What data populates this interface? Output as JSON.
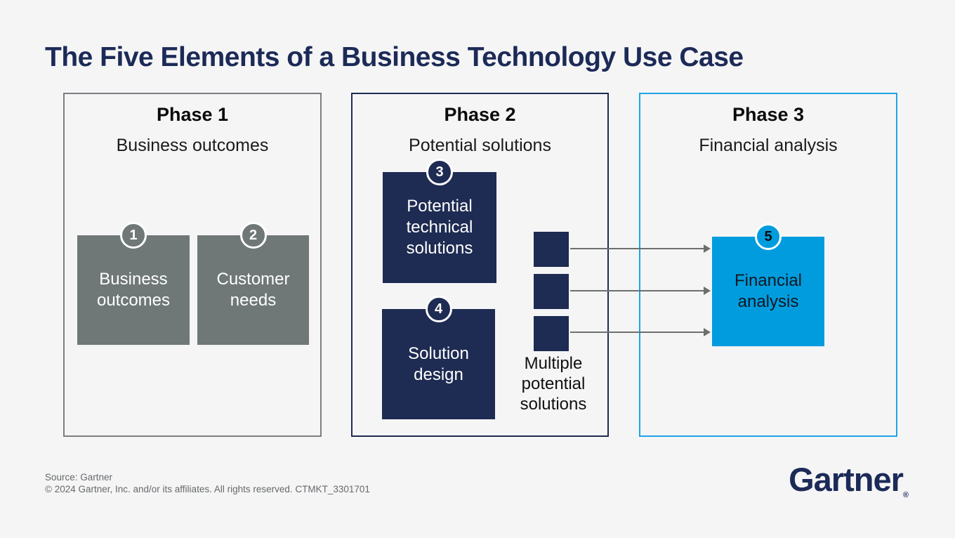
{
  "title": "The Five Elements of a Business Technology Use Case",
  "phases": [
    {
      "label": "Phase 1",
      "subtitle": "Business outcomes"
    },
    {
      "label": "Phase 2",
      "subtitle": "Potential solutions"
    },
    {
      "label": "Phase 3",
      "subtitle": "Financial analysis"
    }
  ],
  "elements": [
    {
      "number": "1",
      "label": "Business outcomes"
    },
    {
      "number": "2",
      "label": "Customer needs"
    },
    {
      "number": "3",
      "label": "Potential technical solutions"
    },
    {
      "number": "4",
      "label": "Solution design"
    },
    {
      "number": "5",
      "label": "Financial analysis"
    }
  ],
  "annotations": {
    "multiple_solutions": "Multiple potential solutions"
  },
  "footer": {
    "source": "Source: Gartner",
    "copyright": "© 2024 Gartner, Inc. and/or its affiliates. All rights reserved. CTMKT_3301701"
  },
  "logo": {
    "text": "Gartner",
    "registered": "®"
  },
  "colors": {
    "background": "#F5F5F6",
    "navy": "#1E2B52",
    "gray": "#6F7877",
    "blue": "#009CDE",
    "blue_border": "#1FA3E6",
    "gray_border": "#7B7E80",
    "arrow": "#6C706D",
    "title_navy": "#1C2A57"
  }
}
